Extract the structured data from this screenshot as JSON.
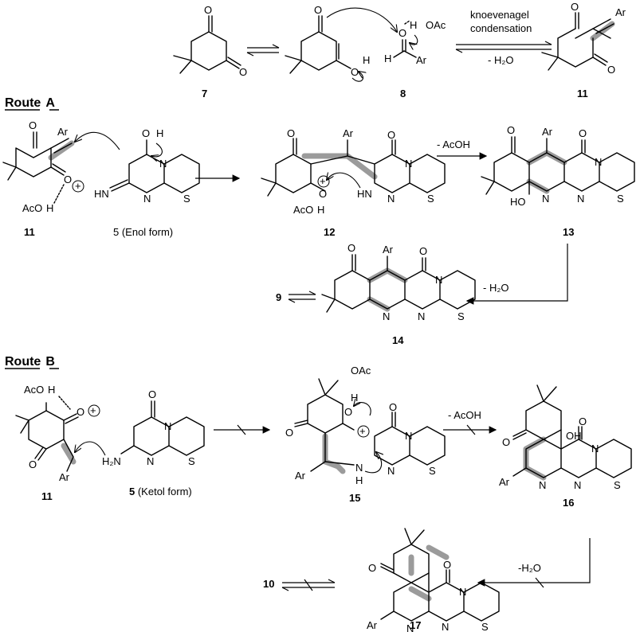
{
  "colors": {
    "ink": "#000000",
    "highlight": "#8a8a8a",
    "background": "#ffffff"
  },
  "top": {
    "compound_labels": {
      "c7": "7",
      "c8": "8",
      "c11": "11"
    },
    "atoms": {
      "o1": "O",
      "o2": "O",
      "o3": "O",
      "h_enol": "H",
      "o_ald": "O",
      "h_ald": "H",
      "ar_ald": "Ar",
      "h_oac": "H",
      "oac": "OAc",
      "o11a": "O",
      "o11b": "O",
      "ar11": "Ar"
    },
    "condition_top_1": "knoevenagel",
    "condition_top_2": "condensation",
    "condition_bottom": "- H₂O"
  },
  "route_a": {
    "title_word": "Route",
    "title_letter": "A",
    "labels": {
      "c11": "11",
      "c5": "5 (Enol form)",
      "c12": "12",
      "c13": "13",
      "c14": "14",
      "c9": "9"
    },
    "atoms": {
      "o11": "O",
      "o11b": "O",
      "ar11": "Ar",
      "aco11": "AcO",
      "h11": "H",
      "plus": "+",
      "o5": "O",
      "h5": "H",
      "hn5": "HN",
      "n5a": "N",
      "n5b": "N",
      "s5": "S",
      "o12a": "O",
      "o12b": "O",
      "o12c": "O",
      "ar12": "Ar",
      "aco12": "AcO",
      "h12": "H",
      "hn12": "HN",
      "n12a": "N",
      "n12b": "N",
      "s12": "S",
      "o13a": "O",
      "o13b": "O",
      "ar13": "Ar",
      "ho13": "HO",
      "n13a": "N",
      "n13b": "N",
      "n13c": "N",
      "s13": "S",
      "o14a": "O",
      "o14b": "O",
      "ar14": "Ar",
      "n14a": "N",
      "n14b": "N",
      "n14c": "N",
      "s14": "S"
    },
    "step_12_13": "- AcOH",
    "step_13_14": "- H₂O"
  },
  "route_b": {
    "title_word": "Route",
    "title_letter": "B",
    "labels": {
      "c11": "11",
      "c5_bold": "5",
      "c5_rest": " (Ketol form)",
      "c15": "15",
      "c16": "16",
      "c17": "17",
      "c10": "10"
    },
    "atoms": {
      "aco": "AcO",
      "h": "H",
      "o1": "O",
      "o2": "O",
      "ar": "Ar",
      "plus": "+",
      "o5": "O",
      "h2n": "H₂N",
      "n5a": "N",
      "n5b": "N",
      "s5": "S",
      "oac15": "OAc",
      "h15a": "H",
      "o15a": "O",
      "o15b": "O",
      "o15c": "O",
      "ar15": "Ar",
      "n15h": "N",
      "h15b": "H",
      "n15a": "N",
      "n15b": "N",
      "s15": "S",
      "o16a": "O",
      "oh16": "OH",
      "o16b": "O",
      "ar16": "Ar",
      "n16a": "N",
      "n16b": "N",
      "n16c": "N",
      "s16": "S",
      "o17a": "O",
      "o17b": "O",
      "ar17": "Ar",
      "n17a": "N",
      "n17b": "N",
      "n17c": "N",
      "s17": "S"
    },
    "step_15_16": "- AcOH",
    "step_16_17": "-H₂O"
  }
}
